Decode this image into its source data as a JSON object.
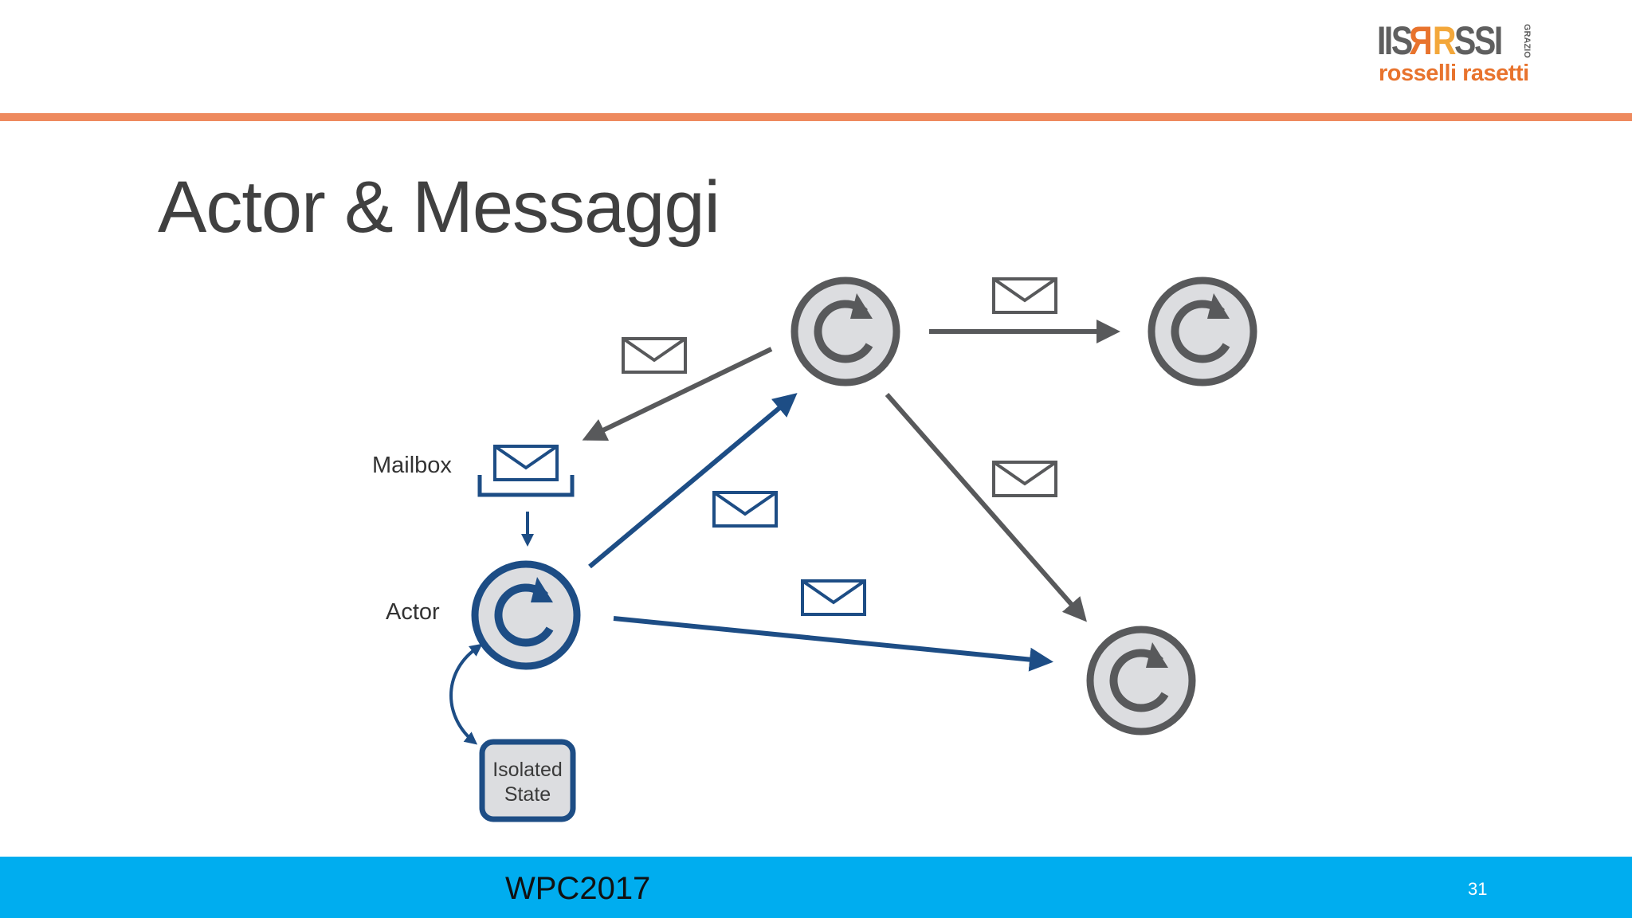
{
  "header": {
    "logo": {
      "line1_a": "IIS",
      "line1_r1": "R",
      "line1_r2": "R",
      "line1_b": "SS",
      "line1_c": "I",
      "side_text": "GRAZIO",
      "line2": "rosselli rasetti"
    }
  },
  "slide": {
    "title": "Actor & Messaggi"
  },
  "diagram": {
    "labels": {
      "mailbox": "Mailbox",
      "actor": "Actor",
      "isolated_state_line1": "Isolated",
      "isolated_state_line2": "State"
    },
    "colors": {
      "gray": "#58595b",
      "gray_fill": "#dcdde0",
      "blue": "#1d4d85",
      "blue_fill": "#dcdde0"
    }
  },
  "footer": {
    "event": "WPC2017",
    "page": "31"
  }
}
